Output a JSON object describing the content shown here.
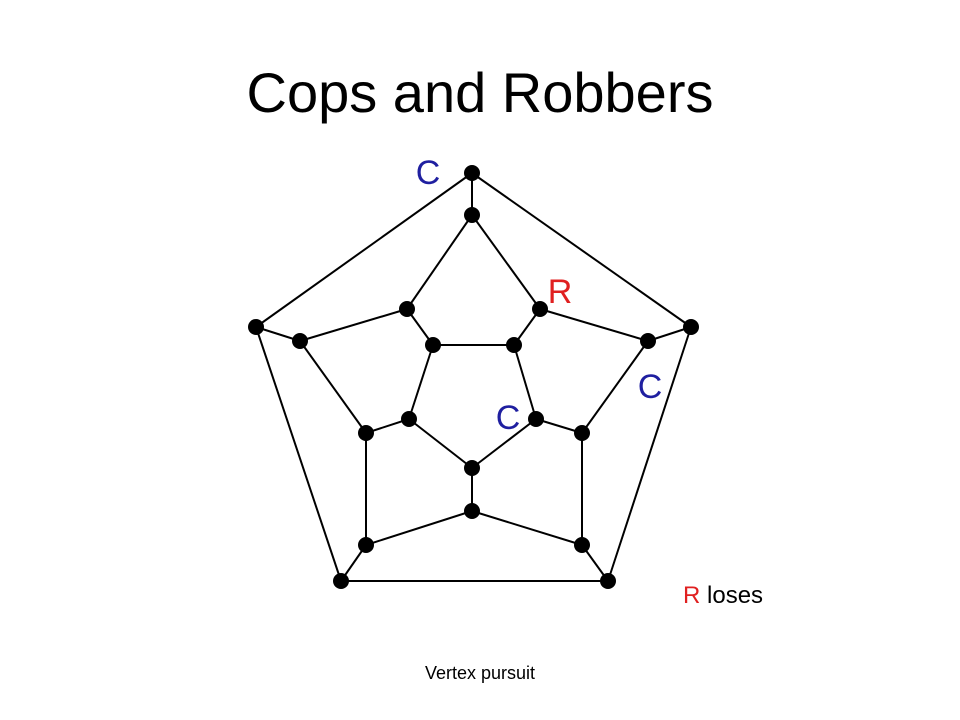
{
  "title": "Cops and Robbers",
  "footer": "Vertex pursuit",
  "result": {
    "token": "R",
    "text": "loses"
  },
  "colors": {
    "cop": "#1f1fa0",
    "robber": "#e02020",
    "edge": "#000000",
    "vertex": "#000000"
  },
  "graph": {
    "vertex_count": 20,
    "edges": [
      [
        0,
        1
      ],
      [
        1,
        2
      ],
      [
        2,
        3
      ],
      [
        3,
        4
      ],
      [
        4,
        0
      ],
      [
        0,
        5
      ],
      [
        1,
        6
      ],
      [
        2,
        7
      ],
      [
        3,
        8
      ],
      [
        4,
        9
      ],
      [
        5,
        10
      ],
      [
        5,
        11
      ],
      [
        6,
        11
      ],
      [
        6,
        12
      ],
      [
        7,
        12
      ],
      [
        7,
        13
      ],
      [
        8,
        13
      ],
      [
        8,
        14
      ],
      [
        9,
        14
      ],
      [
        9,
        10
      ],
      [
        10,
        15
      ],
      [
        11,
        16
      ],
      [
        12,
        17
      ],
      [
        13,
        18
      ],
      [
        14,
        19
      ],
      [
        15,
        16
      ],
      [
        16,
        17
      ],
      [
        17,
        18
      ],
      [
        18,
        19
      ],
      [
        19,
        15
      ]
    ]
  },
  "tokens": [
    {
      "label": "C",
      "role": "cop",
      "vertex": 0
    },
    {
      "label": "R",
      "role": "robber",
      "vertex": 11
    },
    {
      "label": "C",
      "role": "cop",
      "vertex": 12
    },
    {
      "label": "C",
      "role": "cop",
      "vertex": 17
    }
  ]
}
